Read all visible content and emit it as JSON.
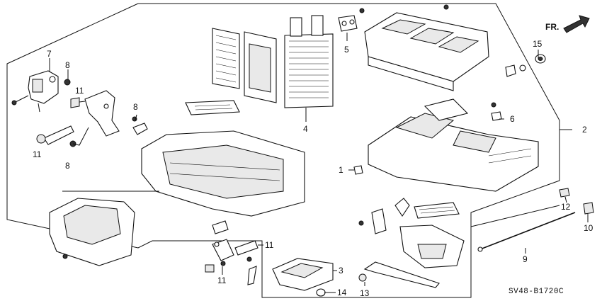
{
  "diagram": {
    "drawing_code": "SV48-B1720C",
    "direction_label": "FR.",
    "callouts": [
      "1",
      "2",
      "3",
      "4",
      "5",
      "6",
      "7",
      "8",
      "8",
      "8",
      "9",
      "10",
      "11",
      "11",
      "11",
      "11",
      "12",
      "13",
      "14",
      "15"
    ]
  }
}
